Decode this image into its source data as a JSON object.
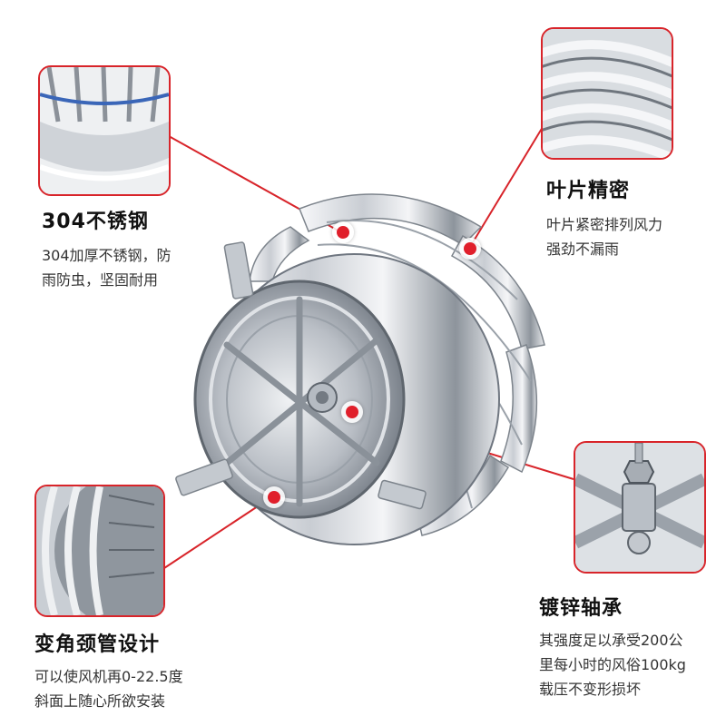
{
  "features": [
    {
      "id": "steel",
      "title": "304不锈钢",
      "desc": [
        "304加厚不锈钢，防",
        "雨防虫，坚固耐用"
      ]
    },
    {
      "id": "blades",
      "title": "叶片精密",
      "desc": [
        "叶片紧密排列风力",
        "强劲不漏雨"
      ]
    },
    {
      "id": "neck",
      "title": "变角颈管设计",
      "desc": [
        "可以使风机再0-22.5度",
        "斜面上随心所欲安装"
      ]
    },
    {
      "id": "bearing",
      "title": "镀锌轴承",
      "desc": [
        "其强度足以承受200公",
        "里每小时的风俗100kg",
        "载压不变形损坏"
      ]
    }
  ],
  "colors": {
    "accent": "#d8242a",
    "steel_light": "#f2f4f6",
    "steel_dark": "#6f7680"
  }
}
